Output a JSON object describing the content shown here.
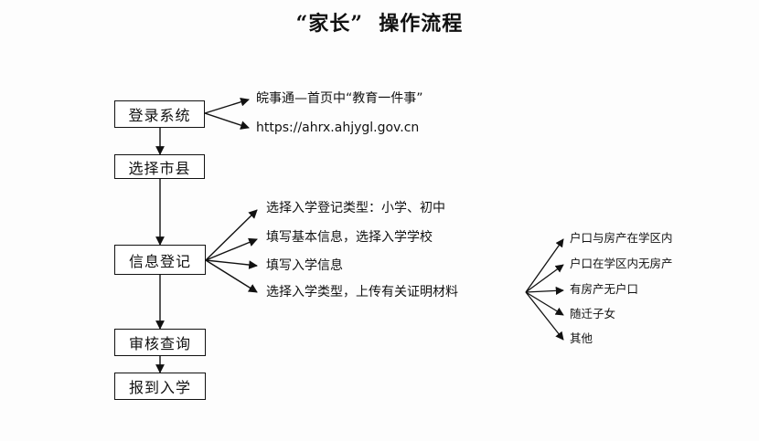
{
  "title": "“家长”  操作流程",
  "steps": {
    "login": "登录系统",
    "select_city": "选择市县",
    "info_register": "信息登记",
    "review": "审核查询",
    "enroll": "报到入学"
  },
  "login_options": {
    "app": "皖事通—首页中“教育一件事”",
    "url": "https://ahrx.ahjygl.gov.cn"
  },
  "register_items": [
    "选择入学登记类型：小学、初中",
    "填写基本信息，选择入学学校",
    "填写入学信息",
    "选择入学类型，上传有关证明材料"
  ],
  "enroll_types": [
    "户口与房产在学区内",
    "户口在学区内无房产",
    "有房产无户口",
    "随迁子女",
    "其他"
  ],
  "colors": {
    "line": "#111111",
    "background": "#fdfdfd"
  }
}
